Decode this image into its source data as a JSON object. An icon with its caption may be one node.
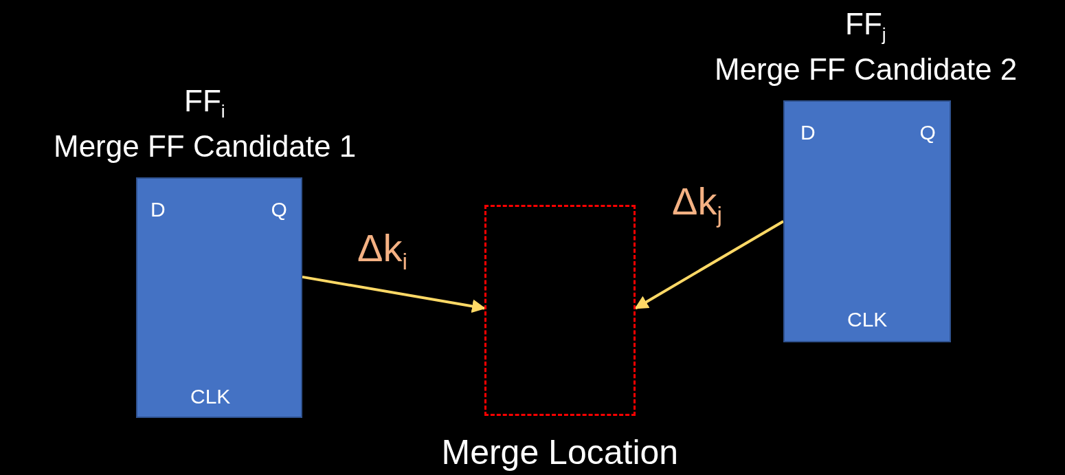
{
  "diagram": {
    "nodes": [
      {
        "text": [
          "FF$_{i}$",
          "Merge FF Candidate 1",
          "D",
          "Q",
          "CLK"
        ]
      },
      {
        "text": [
          "Merge Location"
        ]
      },
      {
        "text": [
          "FF$_{j}$",
          "Merge FF Candidate 2",
          "D",
          "Q",
          "CLK"
        ]
      }
    ],
    "edges": [
      {
        "from": 0,
        "to": 1,
        "arrow": "to",
        "label": "Δk$_{i}$"
      },
      {
        "from": 2,
        "to": 1,
        "arrow": "to",
        "label": "Δk$_{j}$"
      }
    ]
  }
}
